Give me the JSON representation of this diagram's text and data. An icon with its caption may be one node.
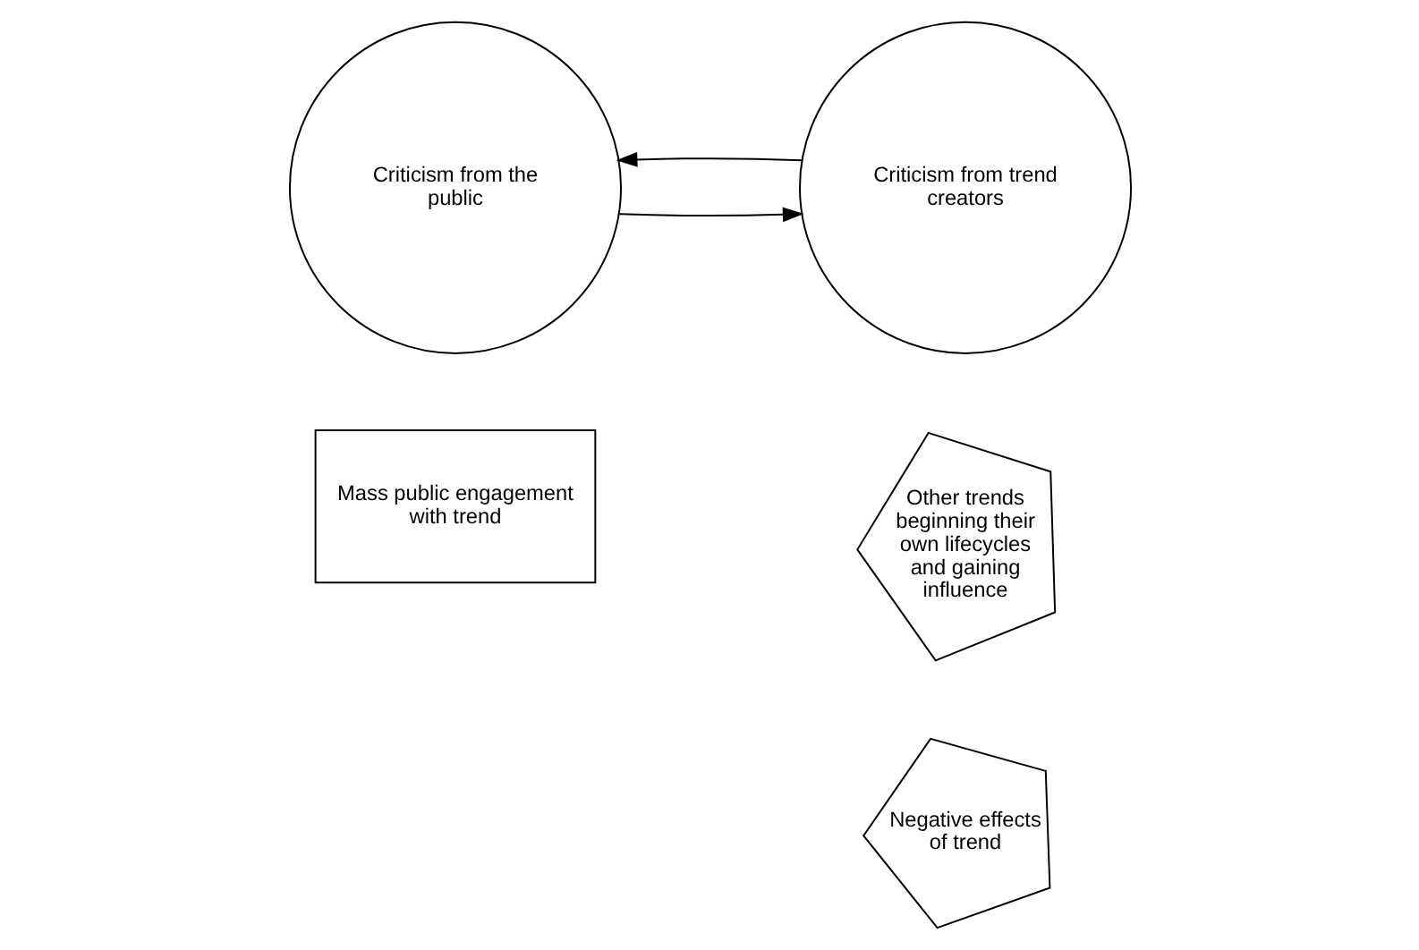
{
  "diagram": {
    "nodes": [
      {
        "text": [
          "Mass public engagement with trend"
        ]
      },
      {
        "text": [
          "Negative effects of trend"
        ]
      },
      {
        "text": [
          "Other trends beginning their own lifecycles and gaining influence"
        ]
      },
      {
        "text": [
          "Criticism from the public"
        ]
      },
      {
        "text": [
          "Criticism from trend creators"
        ]
      }
    ],
    "edges": [
      {
        "from": 3,
        "to": 4,
        "arrow": "to"
      },
      {
        "from": 4,
        "to": 3,
        "arrow": "to"
      }
    ]
  }
}
